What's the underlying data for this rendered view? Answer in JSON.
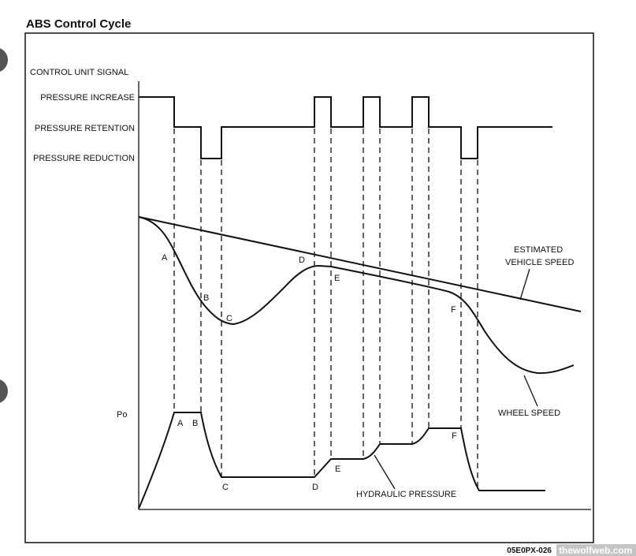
{
  "title": "ABS Control Cycle",
  "signal": {
    "heading": "CONTROL UNIT SIGNAL",
    "levels": [
      "PRESSURE INCREASE",
      "PRESSURE RETENTION",
      "PRESSURE REDUCTION"
    ]
  },
  "speed_labels": {
    "estimated_1": "ESTIMATED",
    "estimated_2": "VEHICLE SPEED",
    "wheel": "WHEEL SPEED"
  },
  "points": {
    "A": "A",
    "B": "B",
    "C": "C",
    "D": "D",
    "E": "E",
    "F": "F"
  },
  "pressure": {
    "po": "Po",
    "label": "HYDRAULIC PRESSURE"
  },
  "figure_code": "05E0PX-026",
  "watermark": "thewolfweb.com"
}
